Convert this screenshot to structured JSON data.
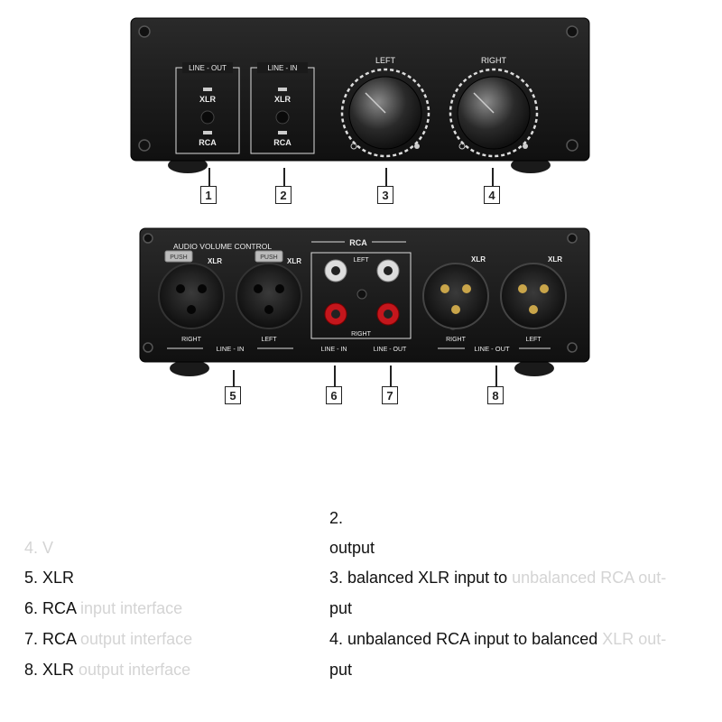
{
  "front_panel": {
    "line_out_label": "LINE - OUT",
    "line_in_label": "LINE - IN",
    "xlr_label": "XLR",
    "rca_label": "RCA",
    "left_label": "LEFT",
    "right_label": "RIGHT"
  },
  "back_panel": {
    "title": "AUDIO VOLUME CONTROL",
    "rca_title": "RCA",
    "xlr_label": "XLR",
    "left_label": "LEFT",
    "right_label": "RIGHT",
    "line_in_label": "LINE - IN",
    "line_out_label": "LINE - OUT",
    "push_label": "PUSH"
  },
  "callouts": [
    "1",
    "2",
    "3",
    "4",
    "5",
    "6",
    "7",
    "8"
  ],
  "legend_left": {
    "item4": "4. V",
    "item5a": "5. XLR",
    "item6a": "6. RCA",
    "item6b": " input interface",
    "item7a": "7. RCA",
    "item7b": " output interface",
    "item8a": "8. XLR",
    "item8b": " output interface"
  },
  "legend_right": {
    "line1": "2.",
    "line2": "output",
    "line3a": "3. balanced XLR input to ",
    "line3b": "unbalanced RCA out-",
    "line4": "put",
    "line5a": "4. unbalanced RCA input to balanced ",
    "line5b": "XLR out-",
    "line6": "put"
  }
}
